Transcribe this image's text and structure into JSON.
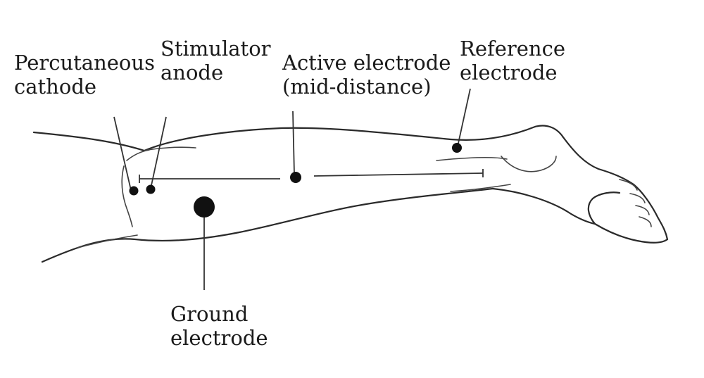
{
  "labels": {
    "percutaneous_cathode": [
      "Percutaneous",
      "cathode"
    ],
    "stimulator_anode": [
      "Stimulator",
      "anode"
    ],
    "active_electrode": [
      "Active electrode",
      "(mid-distance)"
    ],
    "reference_electrode": [
      "Reference",
      "electrode"
    ],
    "ground_electrode": [
      "Ground",
      "electrode"
    ]
  }
}
